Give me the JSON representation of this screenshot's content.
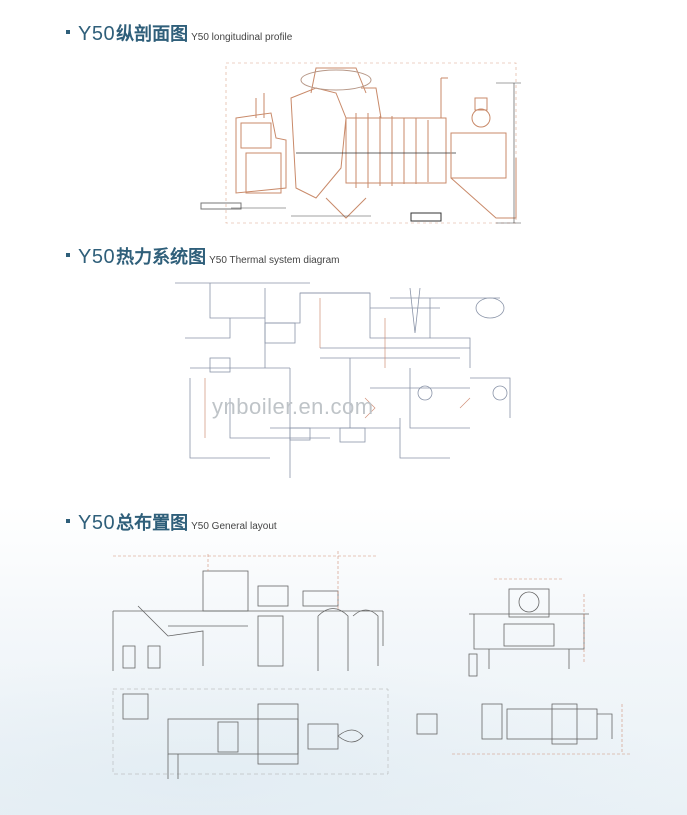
{
  "sections": [
    {
      "code": "Y50",
      "cn": "纵剖面图",
      "en": "Y50 longitudinal profile"
    },
    {
      "code": "Y50",
      "cn": "热力系统图",
      "en": "Y50 Thermal system diagram"
    },
    {
      "code": "Y50",
      "cn": "总布置图",
      "en": "Y50 General layout"
    }
  ],
  "watermark": "ynboiler.en.com",
  "colors": {
    "heading": "#2f5f7a",
    "profile_line": "#c98a6a",
    "diagram_line": "#8a94a8"
  }
}
